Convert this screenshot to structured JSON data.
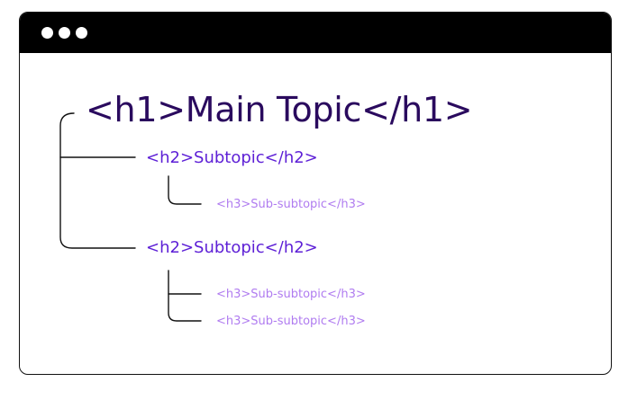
{
  "window": {
    "controls": [
      "dot",
      "dot",
      "dot"
    ]
  },
  "outline": {
    "h1": "<h1>Main Topic</h1>",
    "sections": [
      {
        "h2": "<h2>Subtopic</h2>",
        "children": [
          "<h3>Sub-subtopic</h3>"
        ]
      },
      {
        "h2": "<h2>Subtopic</h2>",
        "children": [
          "<h3>Sub-subtopic</h3>",
          "<h3>Sub-subtopic</h3>"
        ]
      }
    ]
  },
  "colors": {
    "h1": "#2a0a5e",
    "h2": "#5d1fd6",
    "h3": "#b07cf0",
    "titlebar": "#000000",
    "connector": "#111111"
  }
}
